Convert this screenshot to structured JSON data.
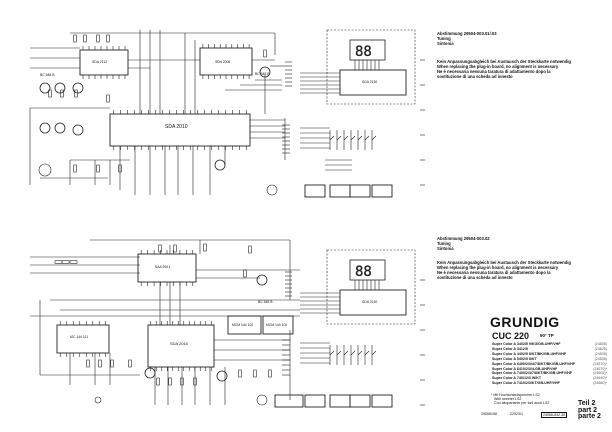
{
  "top_section": {
    "alignment_title": "Abstimmung 29504-003.01/.03",
    "tuning_en": "Tuning",
    "tuning_it": "Sintonia",
    "note_lines": [
      "Kein Anpassungsabgleich bei Austausch der Steckkarte notwendig",
      "When replacing the plug-in board, no alignment is necessary",
      "Ne è necessaria nessuna taratura di adattamento dopo la",
      "sostituzione di una scheda ad innesto"
    ],
    "ic_labels": [
      "SDA 2112",
      "SDA 2006",
      "SDA 2010",
      "SDA 2130"
    ],
    "transistor_label": "BC 548 B"
  },
  "bottom_section": {
    "alignment_title": "Abstimmung 29504-003.02",
    "tuning_en": "Tuning",
    "tuning_it": "Sintonia",
    "note_lines": [
      "Kein Anpassungsabgleich bei Austausch der Steckkarte notwendig",
      "When replacing the plug-in board, no alignment is necessary",
      "Ne è necessaria nessuna taratura di adattamento dopo la",
      "sostituzione di una scheda ad innesto"
    ],
    "ic_labels": [
      "SAA 2001",
      "SDA 2010",
      "MC 144 111",
      "MCM 144 102",
      "MCM 144 102",
      "SDA 2130"
    ],
    "transistor_label": "BC 548 B"
  },
  "title_block": {
    "brand": "GRUNDIG",
    "model": "CUC 220",
    "tube": "90° TP",
    "models": [
      {
        "name": "Super Color A 3402/5 9/KG/GB-UHF/VHF",
        "code": "(24505)"
      },
      {
        "name": "Super Color A 3412/5",
        "code": "(24625)"
      },
      {
        "name": "Super Color A 4402/5 8/KT/BK/GB-UHF/VHF",
        "code": "(24505)"
      },
      {
        "name": "Super Color A 5402/5 8/KT",
        "code": "(24505)"
      },
      {
        "name": "Super Color A 6400/2/3/4/7/8/KT/BK/GB-UHF/VHF",
        "code": "(24570)*"
      },
      {
        "name": "Super Color A 6410/2/3/4-GB-UHF/VHF",
        "code": "(24570)*"
      },
      {
        "name": "Super Color A 7400/2/3/7/8/KT/BK/GB-UHF/VHF",
        "code": "(24602)*"
      },
      {
        "name": "Super Color A 7401/2/3 W/KT",
        "code": "(24640)*"
      },
      {
        "name": "Super Color A 7410/2/3/KT/GB-UHF/VHF",
        "code": "(24660)*"
      }
    ],
    "footnote": [
      "* Mit Hochtonlautsprecher LS2",
      "With tweeter LS2",
      "Con altoparlante per toni acuti LS2"
    ],
    "part": [
      "Teil 2",
      "part 2",
      "parte 2"
    ],
    "codes": [
      "29068158",
      "22023/1",
      "24066-842.30"
    ]
  }
}
